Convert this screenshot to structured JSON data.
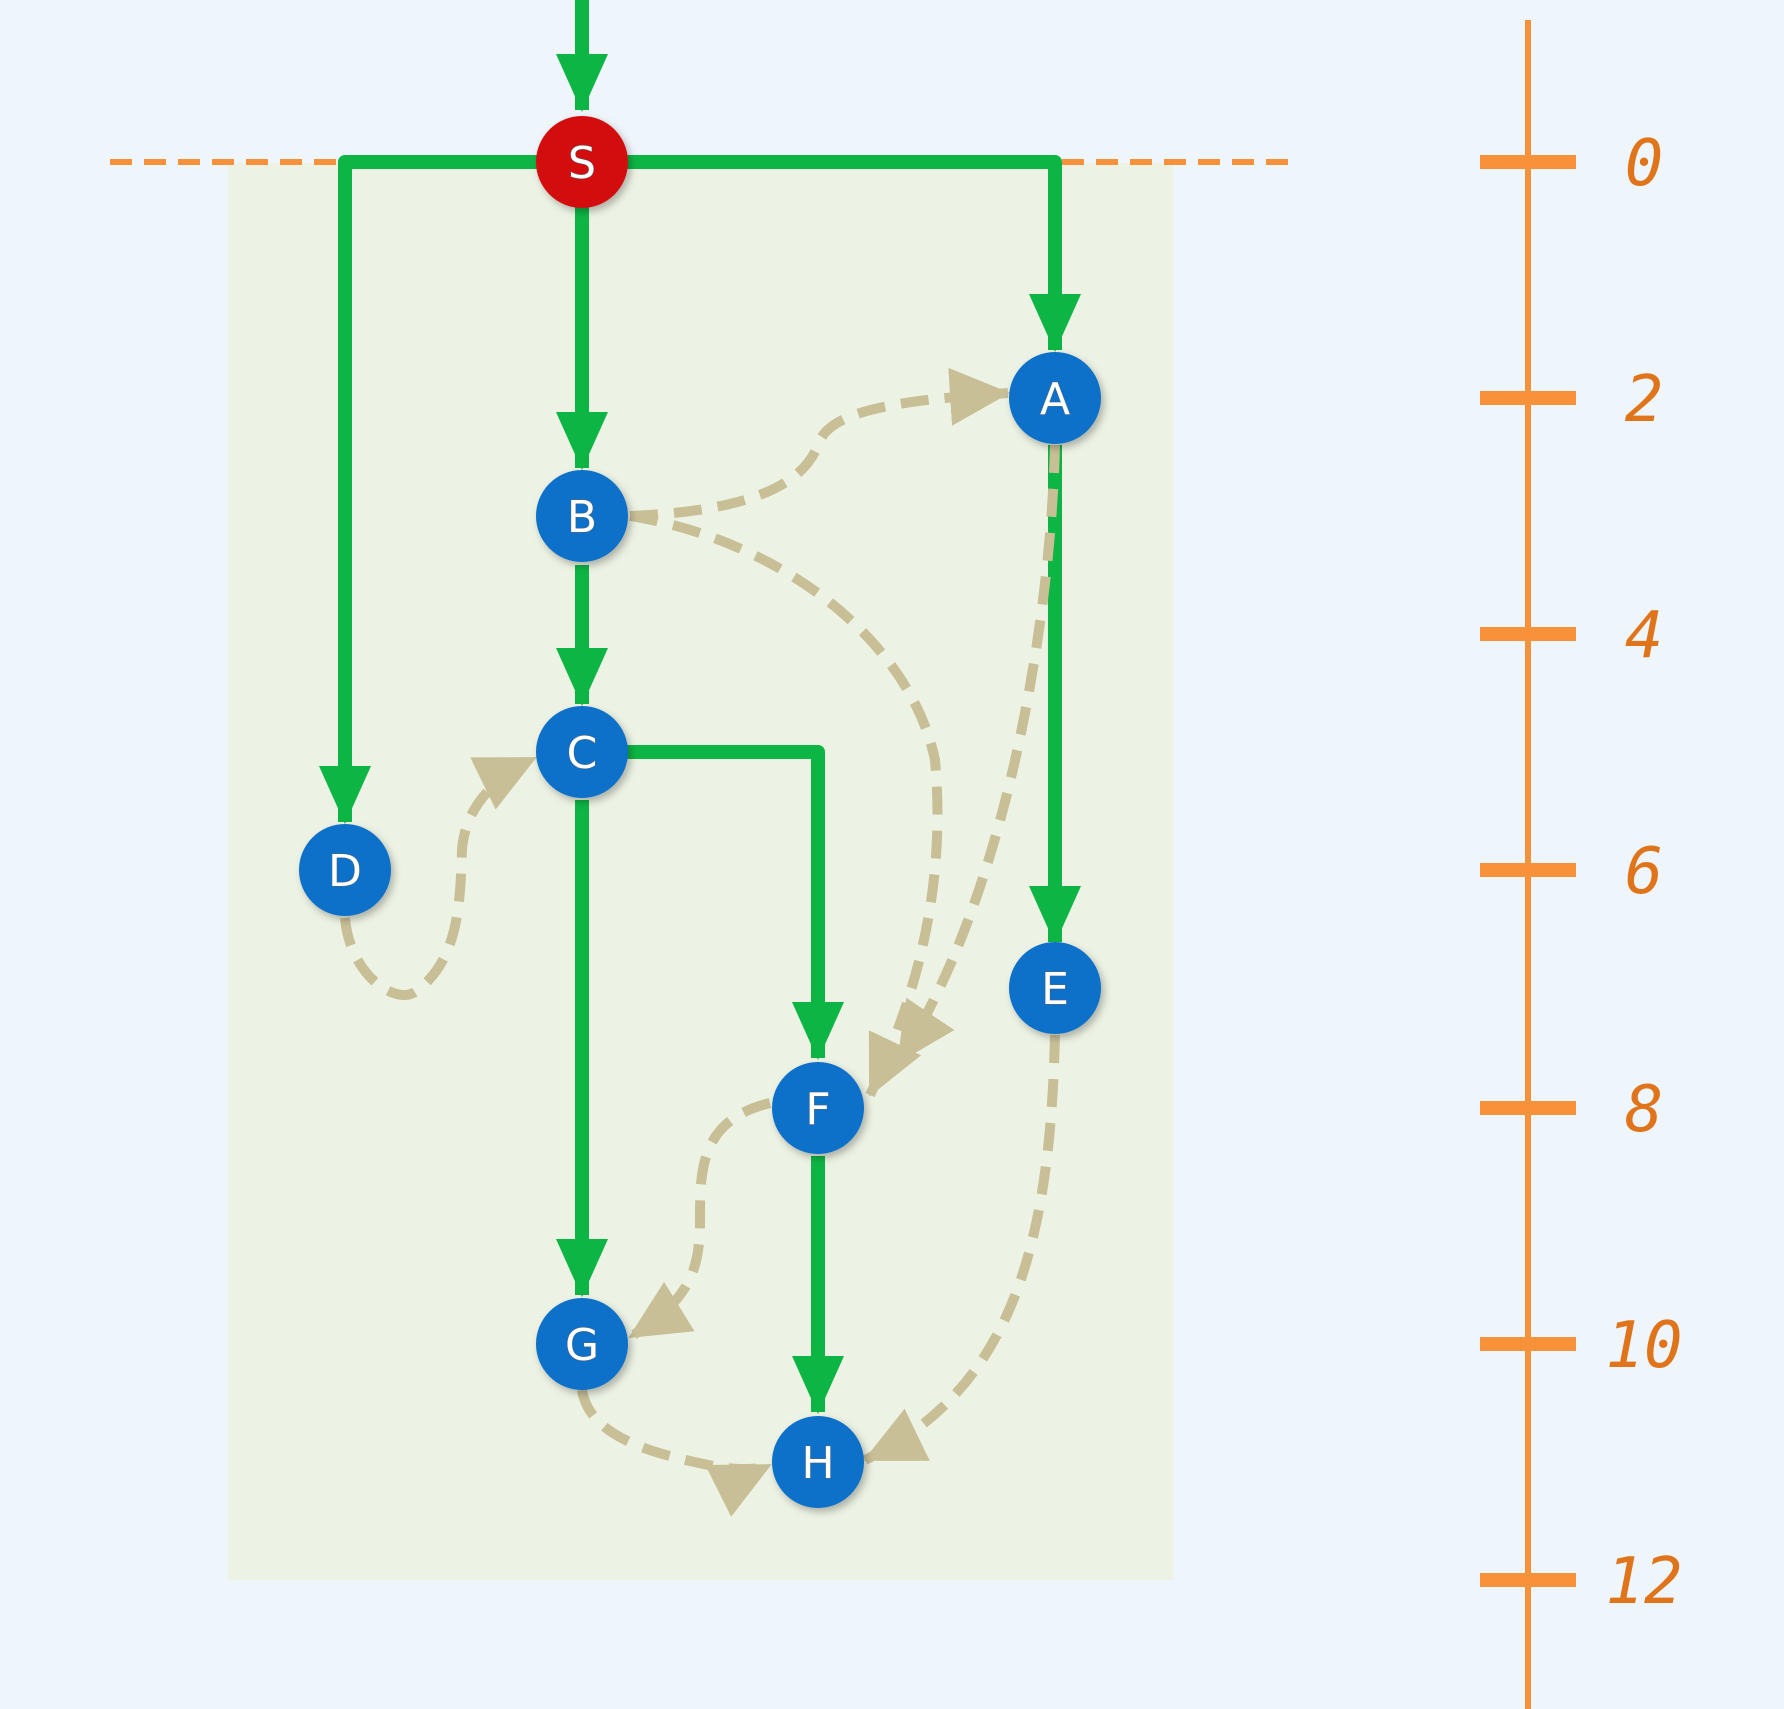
{
  "colors": {
    "background": "#eef5fb",
    "region": "#edf3e4",
    "tree_edge": "#0db544",
    "non_tree_edge": "#c8bf97",
    "node_fill": "#0a6fc9",
    "source_fill": "#d30c0c",
    "axis": "#f7923a",
    "axis_label": "#e0741a"
  },
  "nodes": {
    "S": "S",
    "A": "A",
    "B": "B",
    "C": "C",
    "D": "D",
    "E": "E",
    "F": "F",
    "G": "G",
    "H": "H"
  },
  "source_node": "S",
  "tree_edges": [
    [
      "S",
      "A"
    ],
    [
      "S",
      "B"
    ],
    [
      "S",
      "D"
    ],
    [
      "B",
      "C"
    ],
    [
      "C",
      "F"
    ],
    [
      "C",
      "G"
    ],
    [
      "A",
      "E"
    ],
    [
      "F",
      "H"
    ]
  ],
  "non_tree_edges": [
    [
      "B",
      "A"
    ],
    [
      "B",
      "F"
    ],
    [
      "A",
      "F"
    ],
    [
      "D",
      "C"
    ],
    [
      "F",
      "G"
    ],
    [
      "G",
      "H"
    ],
    [
      "E",
      "H"
    ]
  ],
  "axis": {
    "ticks": [
      "0",
      "2",
      "4",
      "6",
      "8",
      "10",
      "12"
    ]
  }
}
